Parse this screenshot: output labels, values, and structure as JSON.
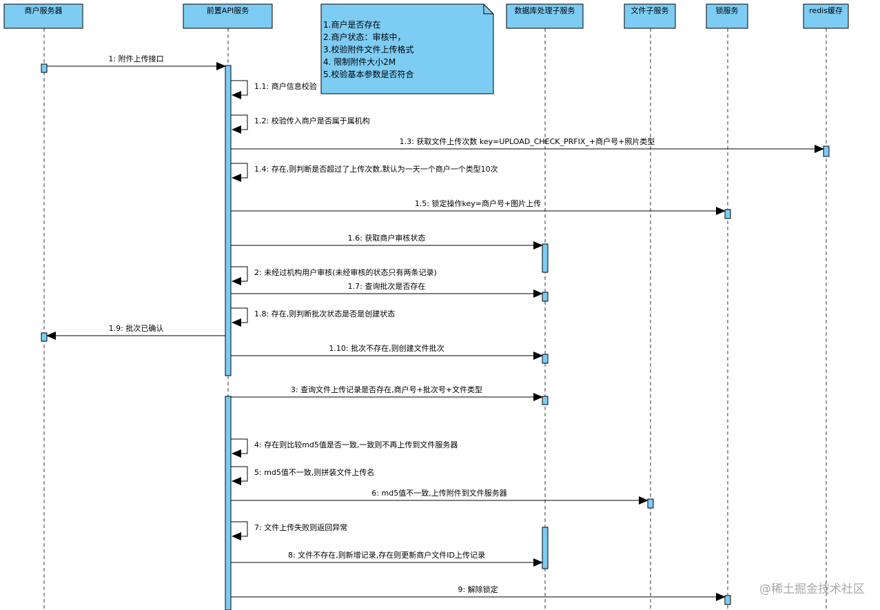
{
  "colors": {
    "box_fill": "#7dccf4",
    "stroke": "#000000",
    "line": "#333333",
    "watermark": "#a8a8a8"
  },
  "participants": [
    {
      "id": "merchant",
      "label": "商户服务器"
    },
    {
      "id": "api",
      "label": "前置API服务"
    },
    {
      "id": "db",
      "label": "数据库处理子服务"
    },
    {
      "id": "file",
      "label": "文件子服务"
    },
    {
      "id": "lock",
      "label": "锁服务"
    },
    {
      "id": "redis",
      "label": "redis缓存"
    }
  ],
  "note": {
    "lines": [
      "1.商户是否存在",
      "2.商户状态：审核中，",
      "3.校验附件文件上传格式",
      "4. 限制附件大小2M",
      "5.校验基本参数是否符合"
    ]
  },
  "messages": [
    {
      "id": "m1",
      "from": "merchant",
      "to": "api",
      "label": "1: 附件上传接口"
    },
    {
      "id": "m1_1",
      "from": "api",
      "to": "api",
      "label": "1.1: 商户信息校验"
    },
    {
      "id": "m1_2",
      "from": "api",
      "to": "api",
      "label": "1.2: 校验传入商户是否属于属机构"
    },
    {
      "id": "m1_3",
      "from": "api",
      "to": "redis",
      "label": "1.3: 获取文件上传次数 key=UPLOAD_CHECK_PRFIX_+商户号+照片类型"
    },
    {
      "id": "m1_4",
      "from": "api",
      "to": "api",
      "label": "1.4: 存在,则判断是否超过了上传次数,默认为一天一个商户一个类型10次"
    },
    {
      "id": "m1_5",
      "from": "api",
      "to": "lock",
      "label": "1.5: 锁定操作key=商户号+图片上传"
    },
    {
      "id": "m1_6",
      "from": "api",
      "to": "db",
      "label": "1.6: 获取商户审核状态"
    },
    {
      "id": "m2",
      "from": "api",
      "to": "api",
      "label": "2: 未经过机构用户审核(未经审核的状态只有两条记录)"
    },
    {
      "id": "m1_7",
      "from": "api",
      "to": "db",
      "label": "1.7: 查询批次是否存在"
    },
    {
      "id": "m1_8",
      "from": "api",
      "to": "api",
      "label": "1.8: 存在,则判断批次状态是否是创建状态"
    },
    {
      "id": "m1_9",
      "from": "api",
      "to": "merchant",
      "label": "1.9: 批次已确认"
    },
    {
      "id": "m1_10",
      "from": "api",
      "to": "db",
      "label": "1.10: 批次不存在,则创建文件批次"
    },
    {
      "id": "m3",
      "from": "api",
      "to": "db",
      "label": "3: 查询文件上传记录是否存在,商户号+批次号+文件类型"
    },
    {
      "id": "m4",
      "from": "api",
      "to": "api",
      "label": "4: 存在则比较md5值是否一致,一致则不再上传到文件服务器"
    },
    {
      "id": "m5",
      "from": "api",
      "to": "api",
      "label": "5: md5值不一致,则拼装文件上传名"
    },
    {
      "id": "m6",
      "from": "api",
      "to": "file",
      "label": "6: md5值不一致,上传附件到文件服务器"
    },
    {
      "id": "m7",
      "from": "api",
      "to": "api",
      "label": "7: 文件上传失败则返回异常"
    },
    {
      "id": "m8",
      "from": "api",
      "to": "db",
      "label": "8: 文件不存在,则新增记录,存在则更新商户文件ID上传记录"
    },
    {
      "id": "m9",
      "from": "api",
      "to": "lock",
      "label": "9: 解除锁定"
    }
  ],
  "watermark": "@稀土掘金技术社区"
}
